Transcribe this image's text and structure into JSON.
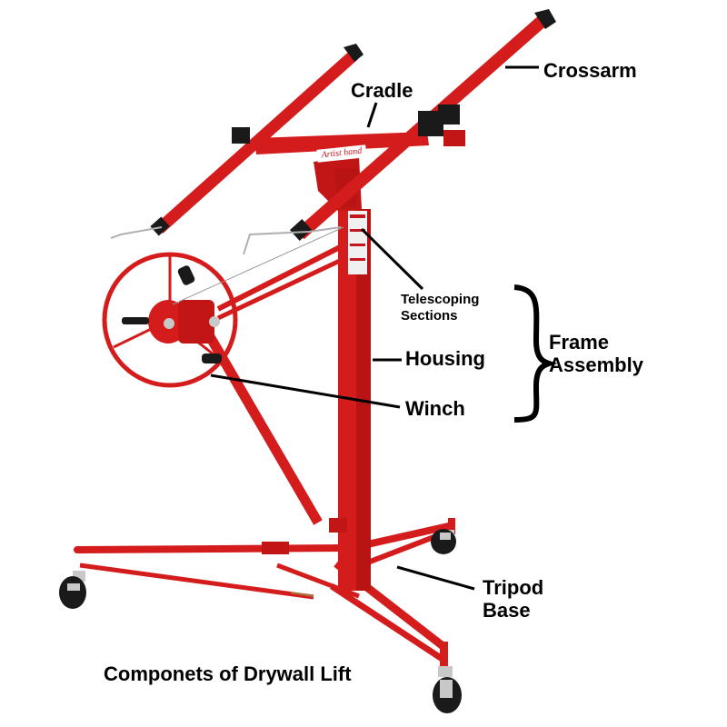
{
  "diagram": {
    "title": "Componets of Drywall Lift",
    "brand_logo_text": "Artist hand",
    "colors": {
      "frame_red": "#d41c1c",
      "frame_red_dark": "#a81010",
      "rubber_black": "#1a1a1a",
      "metal_silver": "#c8c8c8",
      "label_text": "#000000",
      "background": "#ffffff"
    },
    "labels": {
      "crossarm": "Crossarm",
      "cradle": "Cradle",
      "telescoping_line1": "Telescoping",
      "telescoping_line2": "Sections",
      "housing": "Housing",
      "winch": "Winch",
      "frame_line1": "Frame",
      "frame_line2": "Assembly",
      "tripod_line1": "Tripod",
      "tripod_line2": "Base"
    },
    "groups": {
      "frame_assembly": [
        "Telescoping Sections",
        "Housing",
        "Winch"
      ]
    }
  }
}
